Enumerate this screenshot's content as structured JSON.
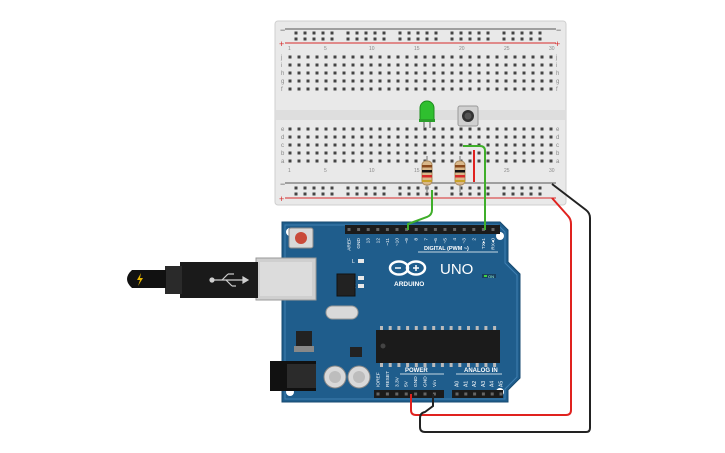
{
  "breadboard": {
    "rail_plus": "+",
    "rail_minus": "−",
    "row_letters_top": [
      "j",
      "i",
      "h",
      "g",
      "f"
    ],
    "row_letters_bottom": [
      "e",
      "d",
      "c",
      "b",
      "a"
    ],
    "column_numbers": [
      "1",
      "5",
      "10",
      "15",
      "20",
      "25",
      "30"
    ]
  },
  "arduino": {
    "brand": "ARDUINO",
    "model": "UNO",
    "digital_label": "DIGITAL (PWM ~)",
    "power_label": "POWER",
    "analog_label": "ANALOG IN",
    "header_top_pins": [
      "AREF",
      "GND",
      "13",
      "12",
      "~11",
      "~10",
      "~9",
      "8",
      "7",
      "~6",
      "~5",
      "4",
      "~3",
      "2",
      "TX▸1",
      "RX◂0"
    ],
    "power_pins": [
      "IOREF",
      "RESET",
      "3.3V",
      "5V",
      "GND",
      "GND",
      "Vin"
    ],
    "analog_pins": [
      "A0",
      "A1",
      "A2",
      "A3",
      "A4",
      "A5"
    ],
    "led_labels": [
      "L",
      "TX",
      "RX"
    ],
    "on_label": "ON"
  },
  "colors": {
    "board_blue": "#1f5d8c",
    "breadboard": "#e9e9e9",
    "rail_red": "#d62a2a",
    "wire_green": "#3fae2a",
    "wire_red": "#e0221f",
    "wire_black": "#222222",
    "led_green": "#2fbf2f"
  }
}
